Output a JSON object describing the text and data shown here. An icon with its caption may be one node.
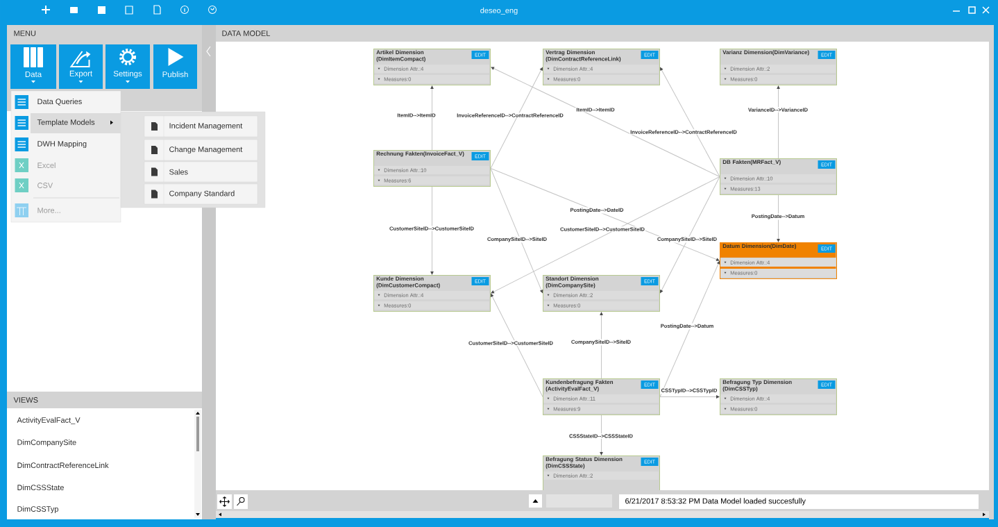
{
  "diagram": {
    "nodes": [
      {
        "text": [
          "Artikel Dimension (DimItemCompact)",
          "EDIT",
          "Dimension Attr.:4",
          "Measures:0"
        ]
      },
      {
        "text": [
          "Vertrag Dimension (DimContractReferenceLink)",
          "EDIT",
          "Dimension Attr.:4",
          "Measures:0"
        ]
      },
      {
        "text": [
          "Varianz Dimension(DimVariance)",
          "EDIT",
          "Dimension Attr.:2",
          "Measures:0"
        ]
      },
      {
        "text": [
          "Rechnung Fakten(InvoiceFact_V)",
          "EDIT",
          "Dimension Attr.:10",
          "Measures:6"
        ]
      },
      {
        "text": [
          "DB Fakten(MRFact_V)",
          "EDIT",
          "Dimension Attr.:10",
          "Measures:13"
        ]
      },
      {
        "text": [
          "Datum Dimension(DimDate)",
          "EDIT",
          "Dimension Attr.:4",
          "Measures:0"
        ]
      },
      {
        "text": [
          "Kunde Dimension (DimCustomerCompact)",
          "EDIT",
          "Dimension Attr.:4",
          "Measures:0"
        ]
      },
      {
        "text": [
          "Standort Dimension (DimCompanySite)",
          "EDIT",
          "Dimension Attr.:2",
          "Measures:0"
        ]
      },
      {
        "text": [
          "Kundenbefragung Fakten (ActivityEvalFact_V)",
          "EDIT",
          "Dimension Attr.:11",
          "Measures:9"
        ]
      },
      {
        "text": [
          "Befragung Typ Dimension (DimCSSTyp)",
          "EDIT",
          "Dimension Attr.:4",
          "Measures:0"
        ]
      },
      {
        "text": [
          "Befragung Status Dimension (DimCSSState)",
          "EDIT",
          "Dimension Attr.:2"
        ]
      }
    ],
    "edges": [
      {
        "from": 3,
        "to": 0,
        "arrow": "to",
        "label": "ItemID-->ItemID"
      },
      {
        "from": 3,
        "to": 1,
        "arrow": "to",
        "label": "InvoiceReferenceID-->ContractReferenceID"
      },
      {
        "from": 4,
        "to": 0,
        "arrow": "to",
        "label": "ItemID-->ItemID"
      },
      {
        "from": 4,
        "to": 1,
        "arrow": "to",
        "label": "InvoiceReferenceID-->ContractReferenceID"
      },
      {
        "from": 4,
        "to": 2,
        "arrow": "to",
        "label": "VarianceID-->VarianceID"
      },
      {
        "from": 3,
        "to": 6,
        "arrow": "to",
        "label": "CustomerSiteID-->CustomerSiteID"
      },
      {
        "from": 3,
        "to": 7,
        "arrow": "to",
        "label": "CompanySiteID-->SiteID"
      },
      {
        "from": 3,
        "to": 5,
        "arrow": "to",
        "label": "PostingDate-->DateID"
      },
      {
        "from": 4,
        "to": 6,
        "arrow": "to",
        "label": "CustomerSiteID-->CustomerSiteID"
      },
      {
        "from": 4,
        "to": 7,
        "arrow": "to",
        "label": "CompanySiteID-->SiteID"
      },
      {
        "from": 4,
        "to": 5,
        "arrow": "to",
        "label": "PostingDate-->Datum"
      },
      {
        "from": 8,
        "to": 6,
        "arrow": "to",
        "label": "CustomerSiteID-->CustomerSiteID"
      },
      {
        "from": 8,
        "to": 7,
        "arrow": "to",
        "label": "CompanySiteID-->SiteID"
      },
      {
        "from": 8,
        "to": 5,
        "arrow": "to",
        "label": "PostingDate-->Datum"
      },
      {
        "from": 8,
        "to": 9,
        "arrow": "to",
        "label": "CSSTypID-->CSSTypID"
      },
      {
        "from": 8,
        "to": 10,
        "arrow": "to",
        "label": "CSSStateID-->CSSStateID"
      }
    ],
    "labels": [
      "deseo_eng",
      "MENU",
      "Data",
      "Export",
      "Settings",
      "Publish",
      "Data Queries",
      "Template Models",
      "DWH Mapping",
      "Excel",
      "CSV",
      "More...",
      "Incident Management",
      "Change Management",
      "Sales",
      "Company Standard",
      "VIEWS",
      "ActivityEvalFact_V",
      "DimCompanySite",
      "DimContractReferenceLink",
      "DimCSSState",
      "DimCSSTyp",
      "DATA MODEL",
      "6/21/2017 8:53:32 PM Data Model loaded succesfully"
    ]
  }
}
